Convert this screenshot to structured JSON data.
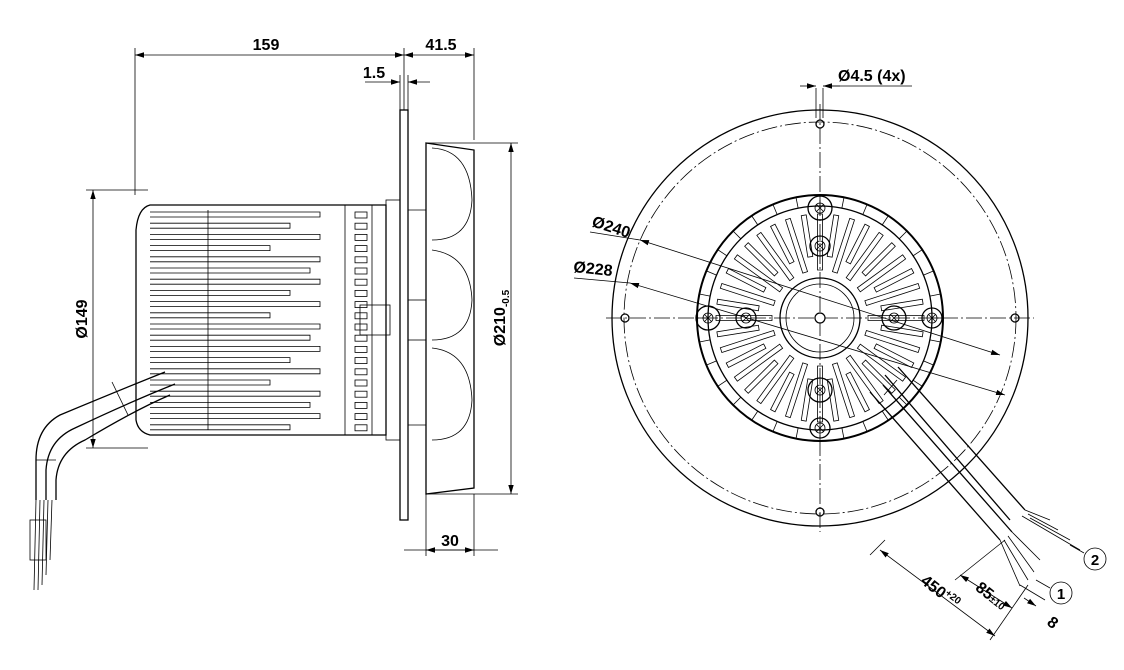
{
  "side_view": {
    "dims": {
      "overall_length": "159",
      "depth_front": "41.5",
      "plate_thickness": "1.5",
      "motor_diameter": "Ø149",
      "impeller_diameter_main": "Ø210",
      "impeller_diameter_tol": "-0.5",
      "impeller_height": "30"
    }
  },
  "front_view": {
    "dims": {
      "hole_diameter": "Ø4.5 (4x)",
      "outer_diameter": "Ø240",
      "pitch_diameter": "Ø228",
      "cable_length_main": "450",
      "cable_length_tol": "+20",
      "strip_length_main": "85",
      "strip_length_tol": "±10",
      "end_strip": "8"
    },
    "callouts": {
      "cable_1": "1",
      "cable_2": "2"
    }
  }
}
